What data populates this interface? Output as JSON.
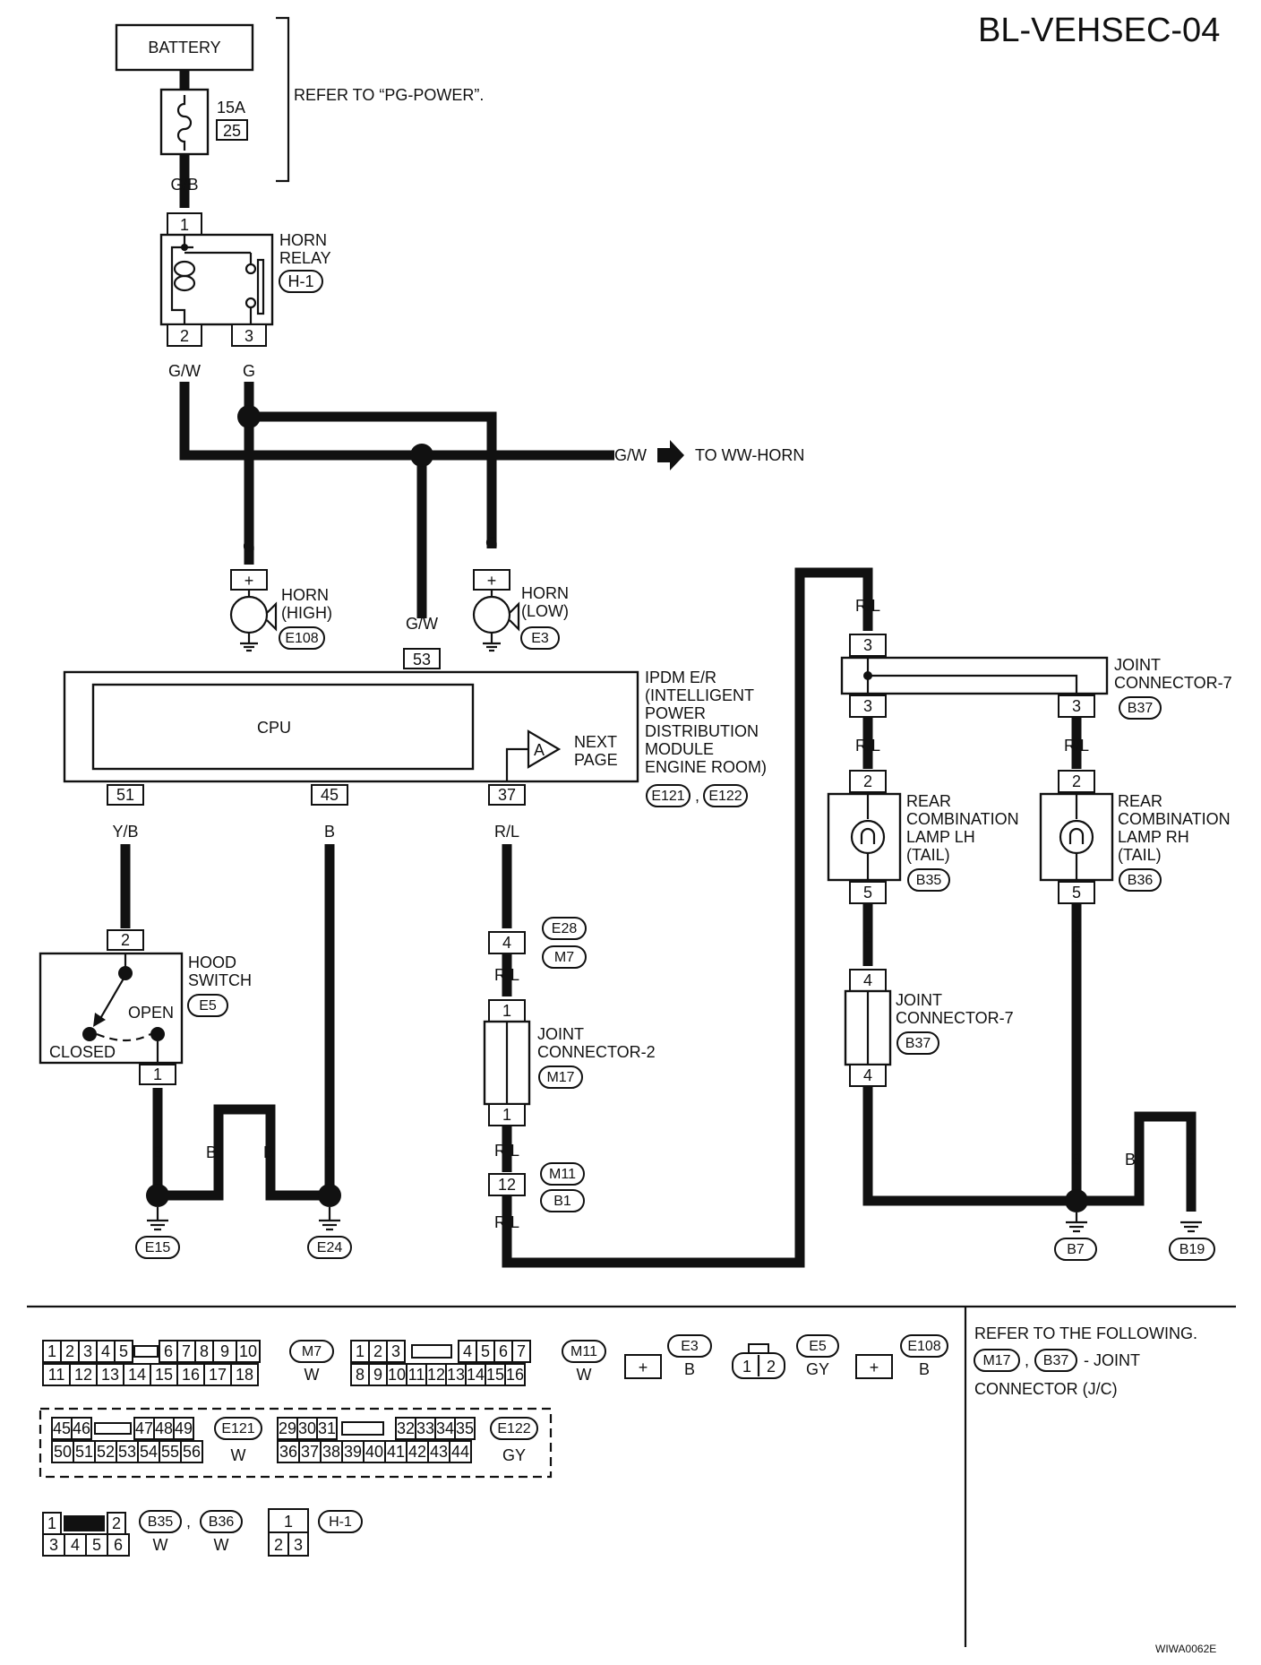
{
  "page_code": "BL-VEHSEC-04",
  "footer_code": "WIWA0062E",
  "battery": {
    "label": "BATTERY"
  },
  "fuse": {
    "amp": "15A",
    "number": "25"
  },
  "refer_note": "REFER TO “PG-POWER”.",
  "wire_colors": {
    "gb": "G/B",
    "gw": "G/W",
    "g": "G",
    "yb": "Y/B",
    "b": "B",
    "rl": "R/L"
  },
  "horn_relay": {
    "line1": "HORN",
    "line2": "RELAY",
    "code": "H-1",
    "pin1": "1",
    "pin2": "2",
    "pin3": "3"
  },
  "to_ww_horn": "TO WW-HORN",
  "horn_high": {
    "line1": "HORN",
    "line2": "(HIGH)",
    "code": "E108",
    "sign": "+"
  },
  "horn_low": {
    "line1": "HORN",
    "line2": "(LOW)",
    "code": "E3",
    "sign": "+"
  },
  "ipdm": {
    "lines": [
      "IPDM E/R",
      "(INTELLIGENT",
      "POWER",
      "DISTRIBUTION",
      "MODULE",
      "ENGINE ROOM)"
    ],
    "codes": [
      "E121",
      "E122"
    ],
    "cpu": "CPU",
    "pin_top": "53",
    "pins_bottom": [
      "51",
      "45",
      "37"
    ],
    "next_page": [
      "NEXT",
      "PAGE"
    ],
    "arrow_letter": "A"
  },
  "hood_switch": {
    "line1": "HOOD",
    "line2": "SWITCH",
    "code": "E5",
    "open": "OPEN",
    "closed": "CLOSED",
    "pin_top": "2",
    "pin_bottom": "1"
  },
  "grounds": [
    "E15",
    "E24",
    "B7",
    "B19"
  ],
  "e28_m7": {
    "pin": "4",
    "codes": [
      "E28",
      "M7"
    ]
  },
  "joint_connector_2": {
    "line1": "JOINT",
    "line2": "CONNECTOR-2",
    "code": "M17",
    "pin": "1"
  },
  "m11_b1": {
    "pin": "12",
    "codes": [
      "M11",
      "B1"
    ]
  },
  "joint_connector_7": {
    "line1": "JOINT",
    "line2": "CONNECTOR-7",
    "code": "B37",
    "pin3": "3",
    "pin4": "4"
  },
  "rear_lamp_lh": {
    "lines": [
      "REAR",
      "COMBINATION",
      "LAMP LH",
      "(TAIL)"
    ],
    "code": "B35",
    "pin2": "2",
    "pin5": "5"
  },
  "rear_lamp_rh": {
    "lines": [
      "REAR",
      "COMBINATION",
      "LAMP RH",
      "(TAIL)"
    ],
    "code": "B36",
    "pin2": "2",
    "pin5": "5"
  },
  "legend": {
    "m7": {
      "row1": [
        "1",
        "2",
        "3",
        "4",
        "5",
        "6",
        "7",
        "8",
        "9",
        "10"
      ],
      "row2": [
        "11",
        "12",
        "13",
        "14",
        "15",
        "16",
        "17",
        "18"
      ],
      "code": "M7",
      "color": "W"
    },
    "m11": {
      "row1": [
        "1",
        "2",
        "3",
        "4",
        "5",
        "6",
        "7"
      ],
      "row2": [
        "8",
        "9",
        "10",
        "11",
        "12",
        "13",
        "14",
        "15",
        "16"
      ],
      "code": "M11",
      "color": "W"
    },
    "e3": {
      "sign": "+",
      "code": "E3",
      "color": "B"
    },
    "e5": {
      "pins": [
        "1",
        "2"
      ],
      "code": "E5",
      "color": "GY"
    },
    "e108": {
      "sign": "+",
      "code": "E108",
      "color": "B"
    },
    "e121": {
      "row1": [
        "45",
        "46",
        "47",
        "48",
        "49"
      ],
      "row2": [
        "50",
        "51",
        "52",
        "53",
        "54",
        "55",
        "56"
      ],
      "code": "E121",
      "color": "W"
    },
    "e122": {
      "row1": [
        "29",
        "30",
        "31",
        "32",
        "33",
        "34",
        "35"
      ],
      "row2": [
        "36",
        "37",
        "38",
        "39",
        "40",
        "41",
        "42",
        "43",
        "44"
      ],
      "code": "E122",
      "color": "GY"
    },
    "b35_b36": {
      "row1": [
        "1",
        "2"
      ],
      "row2": [
        "3",
        "4",
        "5",
        "6"
      ],
      "codes": [
        "B35",
        "B36"
      ],
      "colors": [
        "W",
        "W"
      ]
    },
    "h1": {
      "row1": [
        "1"
      ],
      "row2": [
        "2",
        "3"
      ],
      "code": "H-1"
    }
  },
  "refer_following": {
    "line1": "REFER TO THE FOLLOWING.",
    "codes": [
      "M17",
      "B37"
    ],
    "suffix": "- JOINT",
    "line3": "CONNECTOR (J/C)"
  },
  "icons": [
    "fuse-icon",
    "relay-coil-icon",
    "horn-icon",
    "ground-icon",
    "lamp-icon",
    "switch-icon",
    "arrow-right-icon"
  ]
}
